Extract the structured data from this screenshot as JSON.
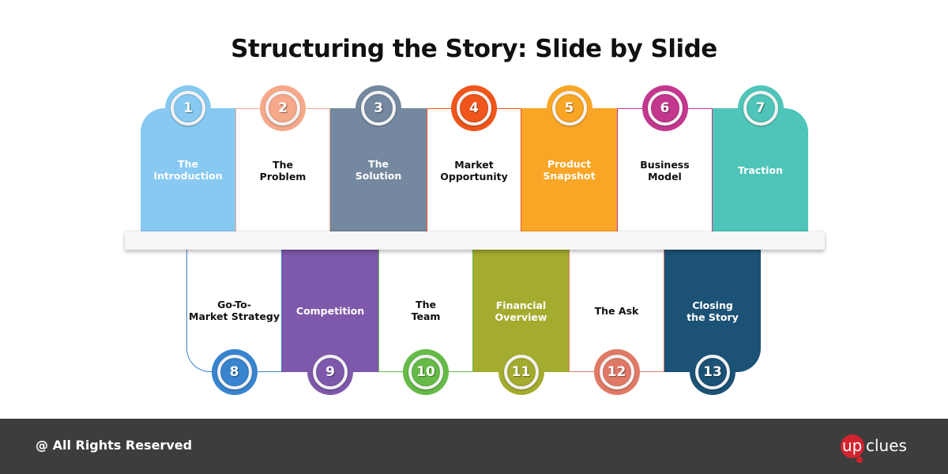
{
  "title": "Structuring the Story: Slide by Slide",
  "top_row": [
    {
      "num": "1",
      "label": "The\nIntroduction",
      "fill": "#87c9f1",
      "text_color": "#ffffff",
      "filled": true
    },
    {
      "num": "2",
      "label": "The\nProblem",
      "fill": "#f6a98a",
      "text_color": "#111111",
      "filled": false
    },
    {
      "num": "3",
      "label": "The\nSolution",
      "fill": "#74889f",
      "text_color": "#ffffff",
      "filled": true
    },
    {
      "num": "4",
      "label": "Market\nOpportunity",
      "fill": "#f0551b",
      "text_color": "#111111",
      "filled": false
    },
    {
      "num": "5",
      "label": "Product\nSnapshot",
      "fill": "#f9a526",
      "text_color": "#ffffff",
      "filled": true
    },
    {
      "num": "6",
      "label": "Business\nModel",
      "fill": "#c4378f",
      "text_color": "#111111",
      "filled": false
    },
    {
      "num": "7",
      "label": "Traction",
      "fill": "#4ec5b8",
      "text_color": "#ffffff",
      "filled": true
    }
  ],
  "bottom_row": [
    {
      "num": "8",
      "label": "Go-To-\nMarket Strategy",
      "fill": "#3884cf",
      "text_color": "#111111",
      "filled": false
    },
    {
      "num": "9",
      "label": "Competition",
      "fill": "#7e58ab",
      "text_color": "#ffffff",
      "filled": true
    },
    {
      "num": "10",
      "label": "The\nTeam",
      "fill": "#66bb48",
      "text_color": "#111111",
      "filled": false
    },
    {
      "num": "11",
      "label": "Financial\nOverview",
      "fill": "#a4ac2f",
      "text_color": "#ffffff",
      "filled": true
    },
    {
      "num": "12",
      "label": "The Ask",
      "fill": "#e07a66",
      "text_color": "#111111",
      "filled": false
    },
    {
      "num": "13",
      "label": "Closing\nthe Story",
      "fill": "#1c5275",
      "text_color": "#ffffff",
      "filled": true
    }
  ],
  "footer": {
    "rights": "@ All Rights Reserved",
    "logo_up": "up",
    "logo_clues": "clues",
    "logo_color": "#d3232f",
    "background": "#3d3d3d"
  }
}
